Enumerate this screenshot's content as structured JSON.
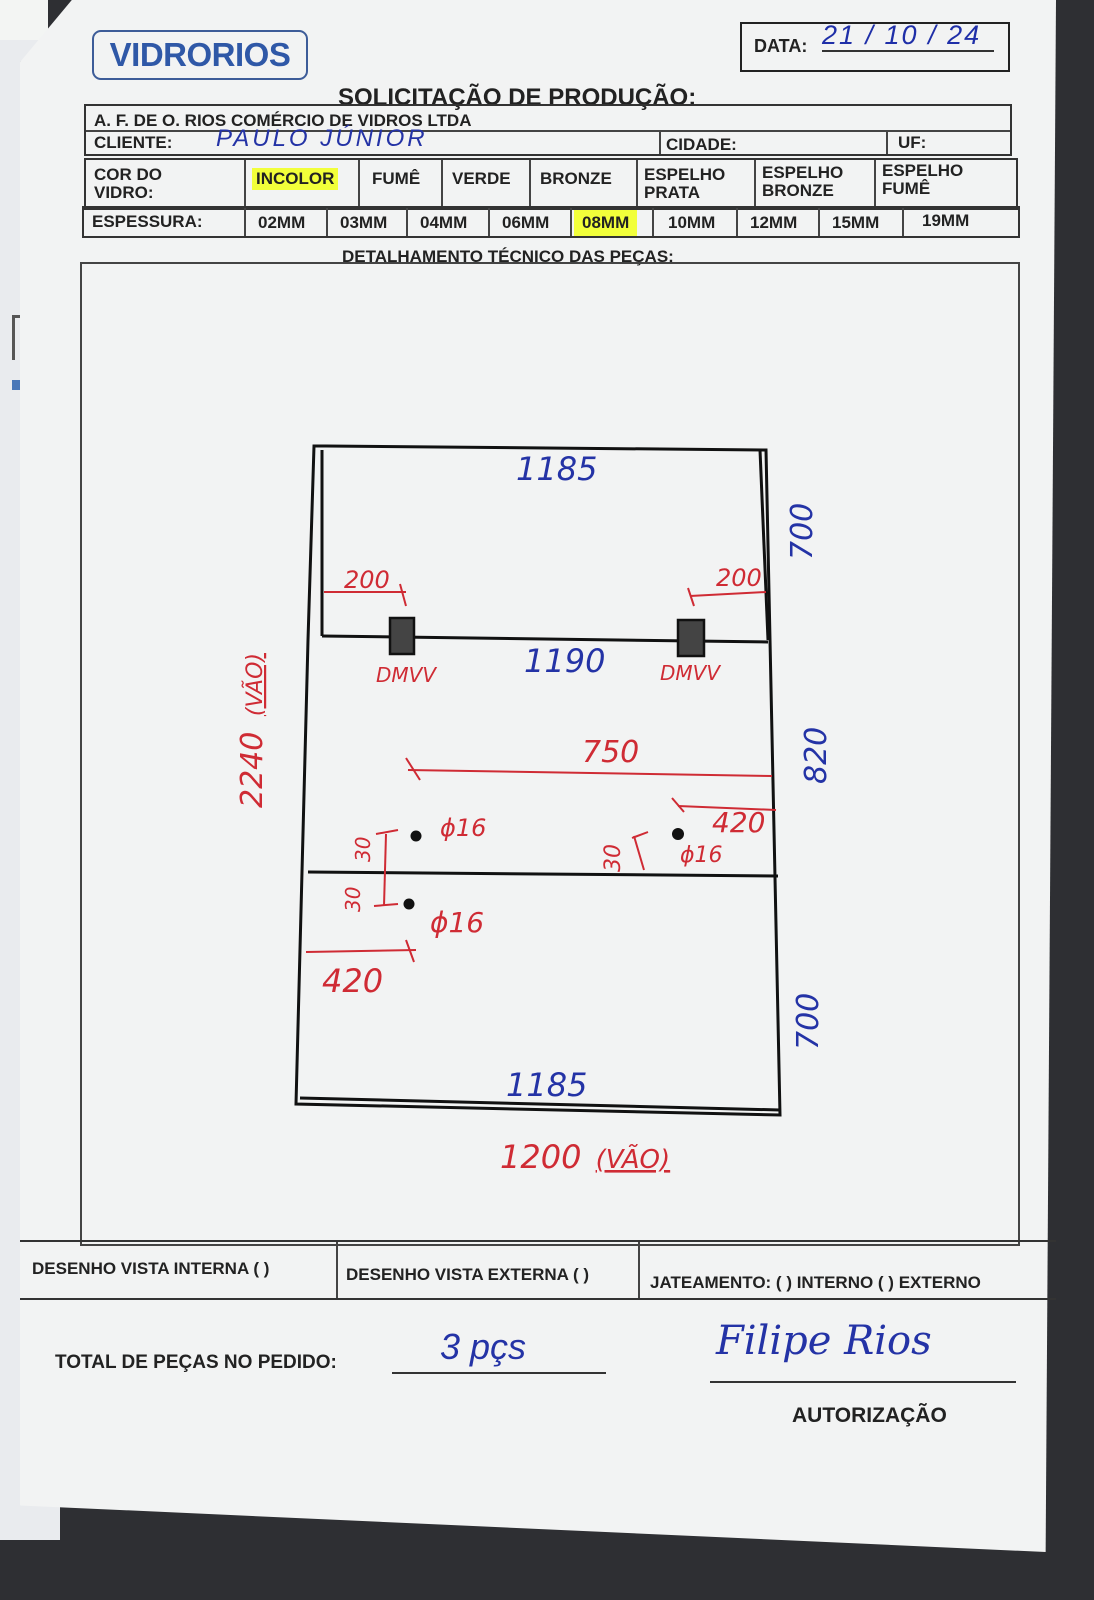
{
  "header": {
    "logo": "VIDRORIOS",
    "data_label": "DATA:",
    "data_value": "21 / 10 / 24",
    "title": "SOLICITAÇÃO DE PRODUÇÃO:"
  },
  "info": {
    "company": "A. F. DE O. RIOS COMÉRCIO DE VIDROS LTDA",
    "cliente_label": "CLIENTE:",
    "cliente_value": "PAULO JÚNIOR",
    "cidade_label": "CIDADE:",
    "uf_label": "UF:"
  },
  "cor": {
    "label_line1": "COR DO",
    "label_line2": "VIDRO:",
    "options": [
      {
        "label": "INCOLOR"
      },
      {
        "label": "FUMÊ"
      },
      {
        "label": "VERDE"
      },
      {
        "label": "BRONZE"
      },
      {
        "label1": "ESPELHO",
        "label2": "PRATA"
      },
      {
        "label1": "ESPELHO",
        "label2": "BRONZE"
      },
      {
        "label1": "ESPELHO",
        "label2": "FUMÊ"
      }
    ],
    "selected": "INCOLOR"
  },
  "espessura": {
    "label": "ESPESSURA:",
    "options": [
      "02MM",
      "03MM",
      "04MM",
      "06MM",
      "08MM",
      "10MM",
      "12MM",
      "15MM",
      "19MM"
    ],
    "selected": "08MM"
  },
  "detalhamento_title": "DETALHAMENTO TÉCNICO DAS PEÇAS:",
  "drawing": {
    "top_width": "1185",
    "top_height": "700",
    "left_offset": "200",
    "right_offset": "200",
    "hardware_left": "DMVV",
    "hardware_right": "DMVV",
    "middle_width": "1190",
    "middle_height": "820",
    "bottom_width": "1185",
    "bottom_height": "700",
    "total_height": "2240",
    "total_height_note": "(VÃO)",
    "total_width": "1200",
    "total_width_note": "(VÃO)",
    "dim_750": "750",
    "dim_420_right": "420",
    "dim_420_left": "420",
    "hole_1": "ϕ16",
    "hole_2": "ϕ16",
    "hole_3": "ϕ16",
    "dim_30_a": "30",
    "dim_30_b": "30",
    "dim_30_c": "30"
  },
  "footer": {
    "vista_interna": "DESENHO VISTA INTERNA ( )",
    "vista_externa": "DESENHO VISTA EXTERNA ( )",
    "jateamento": "JATEAMENTO: ( ) INTERNO ( ) EXTERNO"
  },
  "total": {
    "label": "TOTAL DE PEÇAS NO PEDIDO:",
    "value": "3 pçs"
  },
  "autorizacao": {
    "signature": "Filipe Rios",
    "label": "AUTORIZAÇÃO"
  },
  "colors": {
    "blue_ink": "#2433a6",
    "red_ink": "#cf2b34",
    "highlight": "#f2ff3a",
    "logo": "#2f58a7"
  }
}
